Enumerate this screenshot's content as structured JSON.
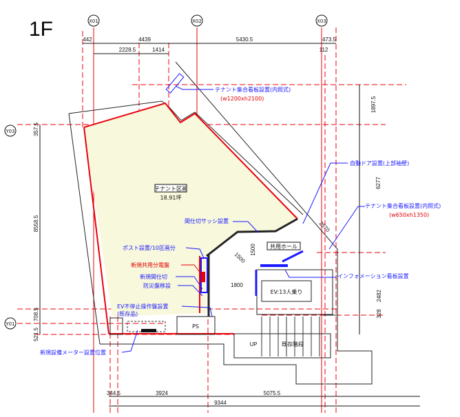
{
  "floor_label": "1F",
  "grid": {
    "x01": "X01",
    "x02": "X02",
    "x03": "X03",
    "y03": "Y03",
    "y01": "Y01"
  },
  "dimensions": {
    "top": [
      "442",
      "4439",
      "5430.5",
      "473.5"
    ],
    "top2": [
      "2228.5",
      "1414",
      "112"
    ],
    "right": [
      "1897.5",
      "6277",
      "2482",
      "328"
    ],
    "left": [
      "357.5",
      "8558.5",
      "708.5",
      "521.5"
    ],
    "bottom": [
      "344.5",
      "3924",
      "5075.5"
    ],
    "bottom_total": "9344",
    "inner": [
      "2570",
      "1500",
      "1500",
      "1800"
    ]
  },
  "rooms": {
    "tenant": "テナント区画",
    "tenant_area": "18.91坪",
    "hall": "共用ホール",
    "ev": "EV:13人乗り",
    "ps": "PS",
    "up": "UP",
    "stairs": "既存階段"
  },
  "annotations": {
    "sign1": "テナント集合看板設置(内照式)",
    "sign1_size": "(w1200xh2100)",
    "autodoor": "自動ドア設置(上部袖壁)",
    "sign2": "テナント集合看板設置(内照式)",
    "sign2_size": "(w650xh1350)",
    "sash": "間仕切サッシ設置",
    "post": "ポスト設置/10区画分",
    "panel": "新規共用分電盤",
    "partition": "新規間仕切",
    "disaster": "防災盤移設",
    "ev_panel": "EV不停止操作盤設置",
    "ev_panel_note": "(既存品)",
    "meter": "新規設備メーター設置位置",
    "info": "インフォメーション看板設置"
  },
  "colors": {
    "red": "#e8000b",
    "blue": "#1a1aff",
    "tenant_fill": "#f8f8dc"
  }
}
